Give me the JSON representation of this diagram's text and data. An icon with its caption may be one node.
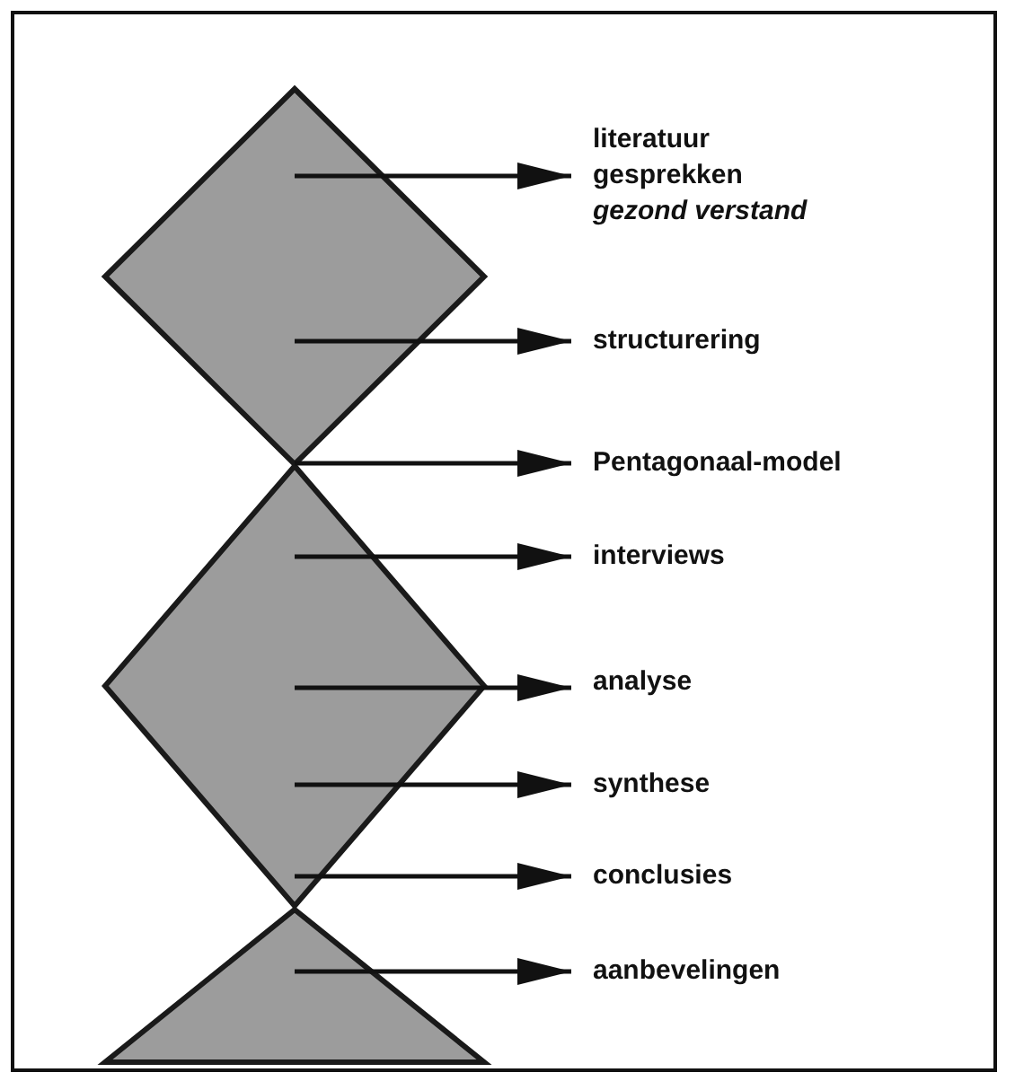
{
  "diagram": {
    "nodes": [
      {
        "text": [],
        "shape": "diamond"
      },
      {
        "text": [],
        "shape": "diamond"
      },
      {
        "text": [],
        "shape": "triangle"
      },
      {
        "text": [
          "literatuur",
          "gesprekken",
          "gezond verstand"
        ]
      },
      {
        "text": [
          "structurering"
        ]
      },
      {
        "text": [
          "Pentagonaal-model"
        ]
      },
      {
        "text": [
          "interviews"
        ]
      },
      {
        "text": [
          "analyse"
        ]
      },
      {
        "text": [
          "synthese"
        ]
      },
      {
        "text": [
          "conclusies"
        ]
      },
      {
        "text": [
          "aanbevelingen"
        ]
      }
    ],
    "edges": [
      {
        "from": 0,
        "to": 3,
        "arrow": "to"
      },
      {
        "from": 0,
        "to": 4,
        "arrow": "to"
      },
      {
        "from": 0,
        "to": 5,
        "arrow": "to"
      },
      {
        "from": 1,
        "to": 6,
        "arrow": "to"
      },
      {
        "from": 1,
        "to": 7,
        "arrow": "to"
      },
      {
        "from": 1,
        "to": 8,
        "arrow": "to"
      },
      {
        "from": 1,
        "to": 9,
        "arrow": "to"
      },
      {
        "from": 2,
        "to": 10,
        "arrow": "to"
      }
    ]
  }
}
